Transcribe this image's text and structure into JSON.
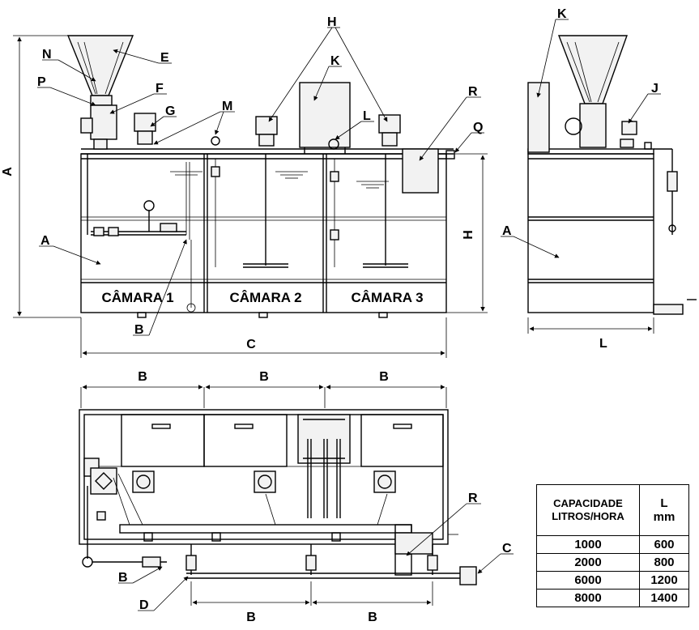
{
  "labels": {
    "A": "A",
    "B": "B",
    "C": "C",
    "D": "D",
    "E": "E",
    "F": "F",
    "G": "G",
    "H": "H",
    "J": "J",
    "K": "K",
    "L": "L",
    "M": "M",
    "N": "N",
    "P": "P",
    "Q": "Q",
    "R": "R"
  },
  "chambers": [
    "CÂMARA 1",
    "CÂMARA 2",
    "CÂMARA 3"
  ],
  "table": {
    "header_capacity_line1": "CAPACIDADE",
    "header_capacity_line2": "LITROS/HORA",
    "header_width_line1": "L",
    "header_width_line2": "mm",
    "rows": [
      {
        "capacity": "1000",
        "width": "600"
      },
      {
        "capacity": "2000",
        "width": "800"
      },
      {
        "capacity": "6000",
        "width": "1200"
      },
      {
        "capacity": "8000",
        "width": "1400"
      }
    ]
  }
}
